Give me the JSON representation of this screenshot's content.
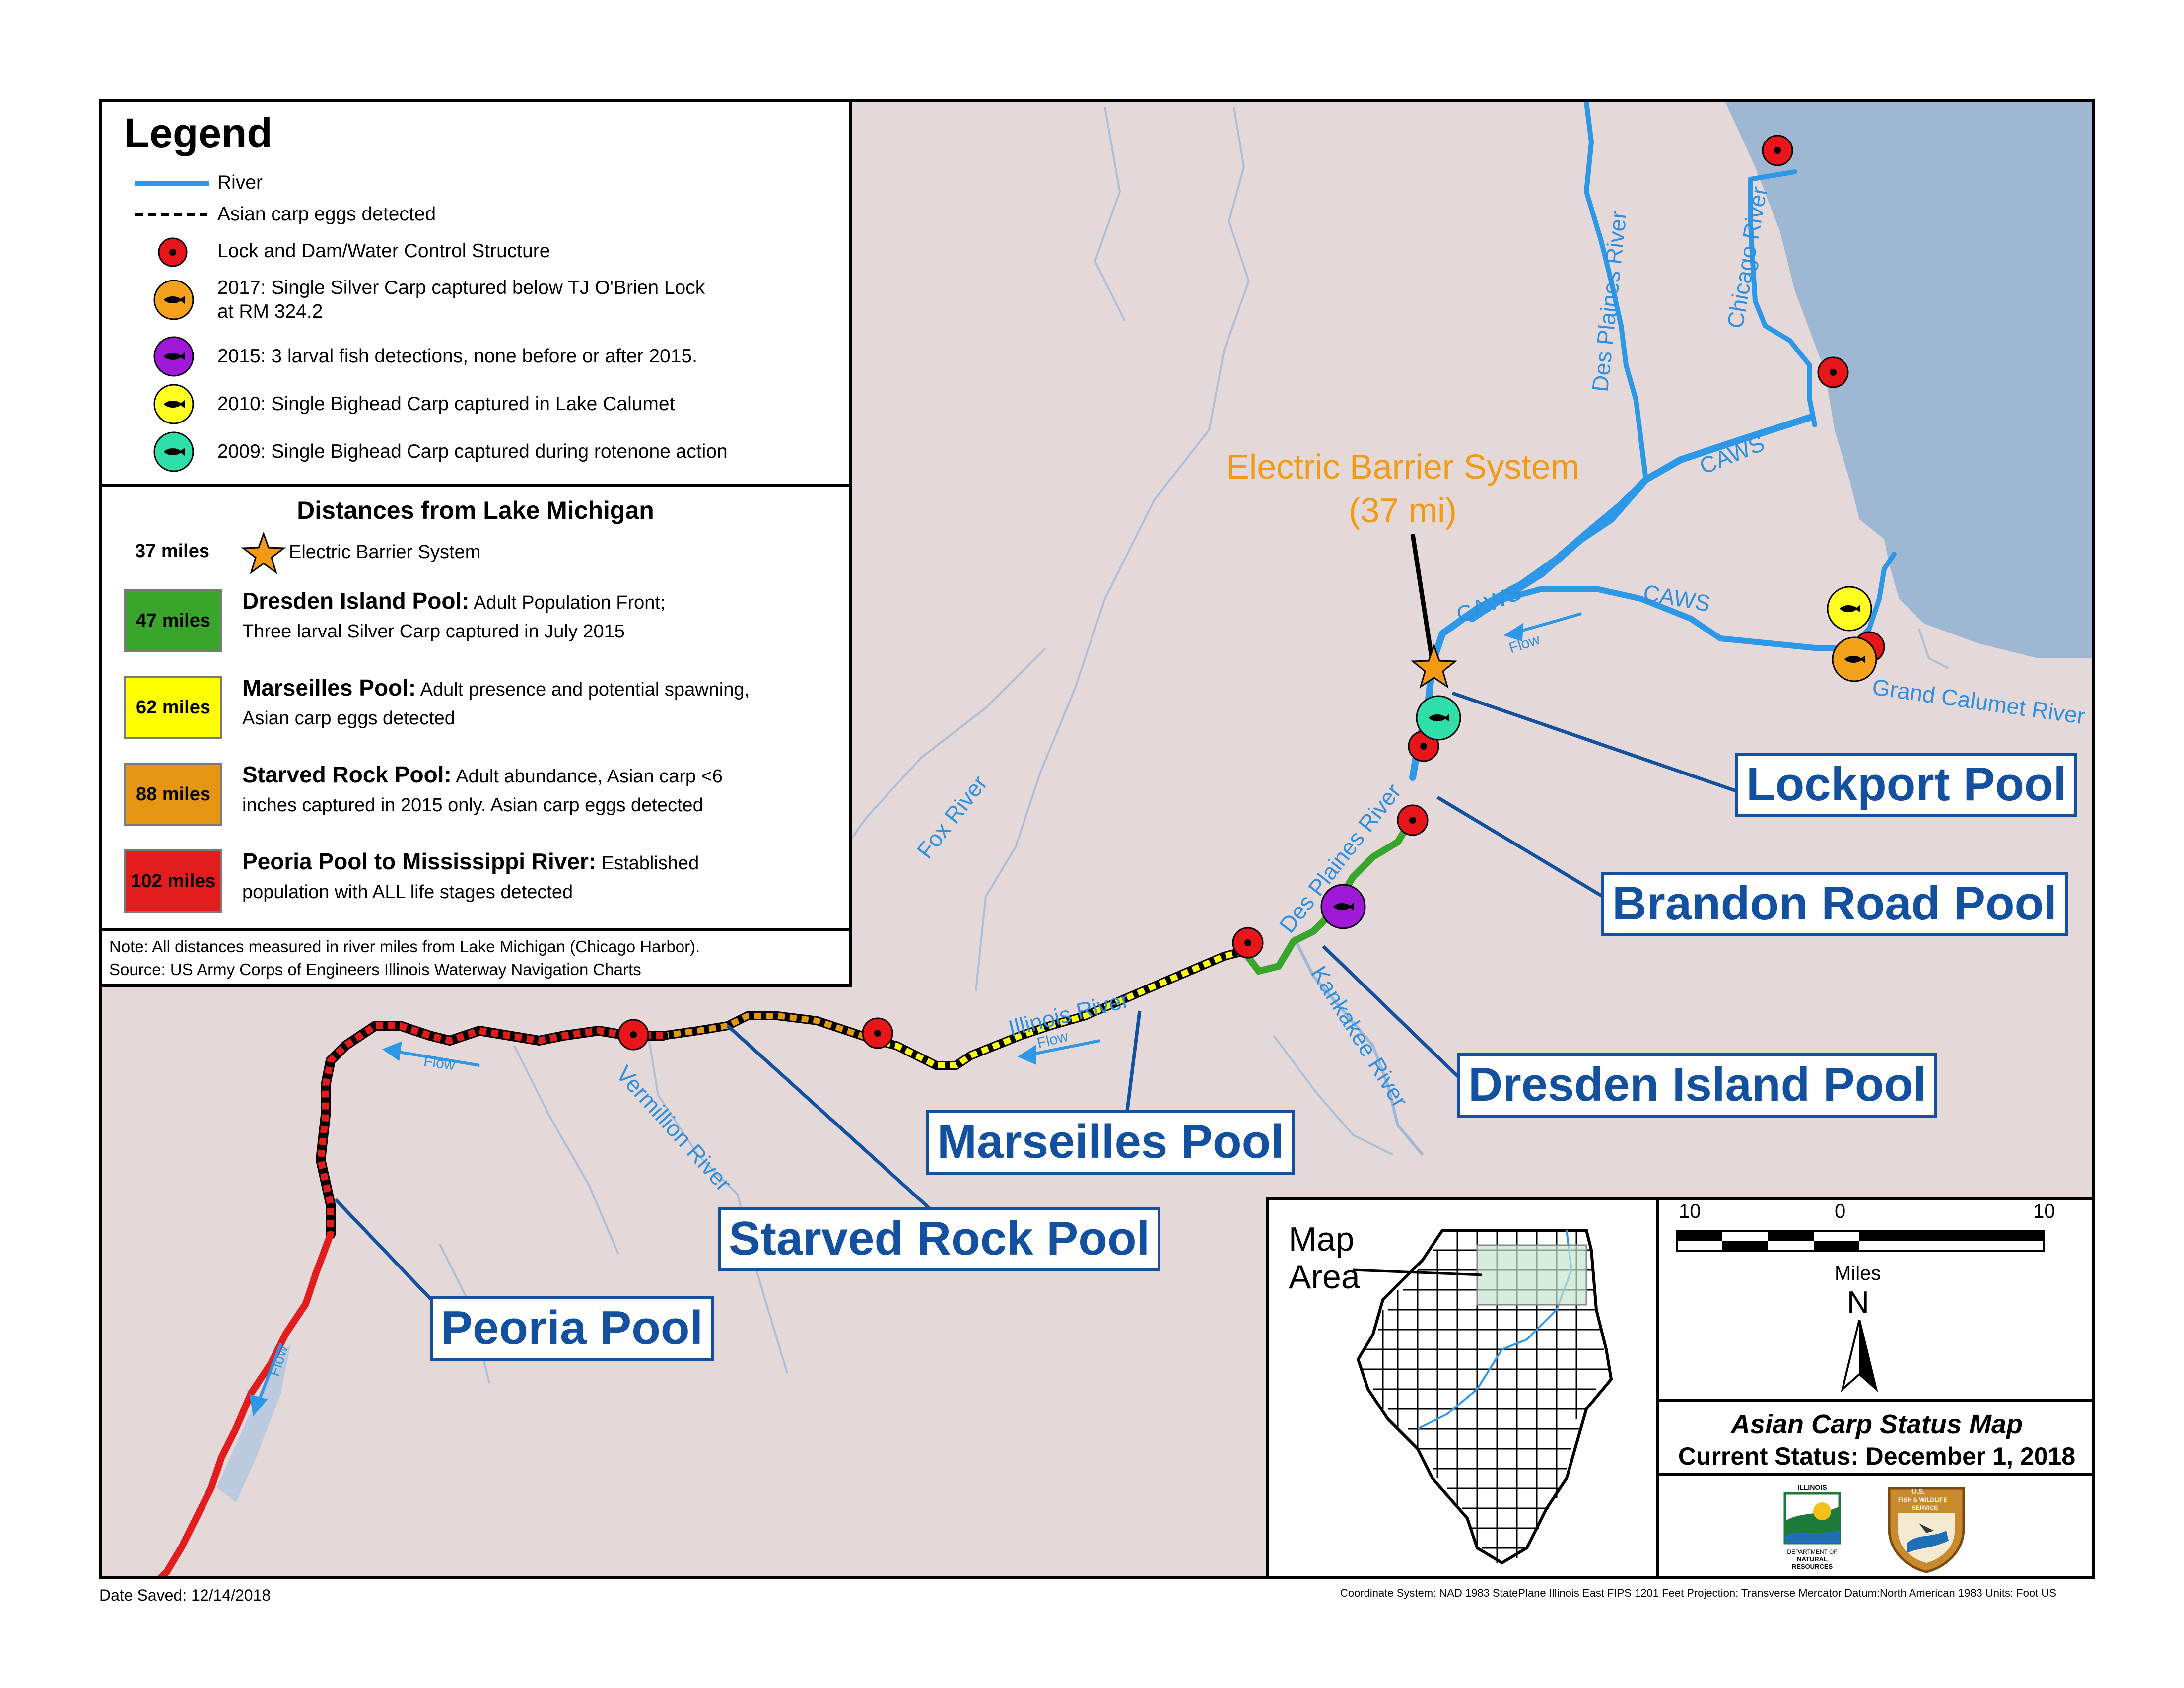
{
  "legend": {
    "title": "Legend",
    "items": [
      {
        "symbol": "river-line",
        "label": "River"
      },
      {
        "symbol": "dashed-line",
        "label": "Asian carp eggs detected"
      },
      {
        "symbol": "red-dot",
        "label": "Lock and Dam/Water Control Structure"
      },
      {
        "symbol": "orange-fish",
        "label": "2017: Single Silver Carp captured below TJ O'Brien Lock",
        "label2": "at RM 324.2"
      },
      {
        "symbol": "purple-fish",
        "label": "2015: 3 larval fish detections, none before or after 2015."
      },
      {
        "symbol": "yellow-fish",
        "label": "2010: Single Bighead Carp captured in Lake Calumet"
      },
      {
        "symbol": "teal-fish",
        "label": "2009: Single Bighead Carp captured during rotenone action"
      }
    ]
  },
  "distances": {
    "heading": "Distances from Lake Michigan",
    "ebs_miles": "37 miles",
    "ebs_label": "Electric Barrier System",
    "pools": [
      {
        "miles": "47 miles",
        "color": "#3aa52d",
        "name": "Dresden Island Pool:",
        "desc1": " Adult Population Front;",
        "desc2": "Three larval Silver Carp captured in July 2015"
      },
      {
        "miles": "62 miles",
        "color": "#ffff00",
        "name": "Marseilles Pool:",
        "desc1": " Adult presence and potential spawning,",
        "desc2": "Asian carp eggs detected"
      },
      {
        "miles": "88 miles",
        "color": "#e59613",
        "name": "Starved Rock Pool:",
        "desc1": " Adult abundance, Asian carp <6",
        "desc2": "inches captured in 2015 only. Asian carp eggs detected"
      },
      {
        "miles": "102 miles",
        "color": "#e31d1d",
        "name": "Peoria Pool to Mississippi River:",
        "desc1": " Established",
        "desc2": "population with ALL life stages detected"
      }
    ]
  },
  "note": {
    "line1": "Note:  All distances measured in river miles from Lake Michigan (Chicago Harbor).",
    "line2": "Source: US Army Corps of Engineers Illinois Waterway Navigation Charts"
  },
  "pool_labels": {
    "lockport": "Lockport Pool",
    "brandon": "Brandon Road Pool",
    "dresden": "Dresden Island Pool",
    "marseilles": "Marseilles Pool",
    "starved": "Starved Rock Pool",
    "peoria": "Peoria Pool"
  },
  "barrier": {
    "title": "Electric Barrier System",
    "subtitle": "(37 mi)"
  },
  "rivers": {
    "des_plaines_north": "Des Plaines River",
    "chicago": "Chicago River",
    "caws1": "CAWS",
    "caws2": "CAWS",
    "caws3": "CAWS",
    "grand_calumet": "Grand Calumet River",
    "fox": "Fox River",
    "des_plaines_south": "Des Plaines River",
    "kankakee": "Kankakee River",
    "illinois": "Illinois River",
    "vermillion": "Vermillion River",
    "flow": "Flow"
  },
  "inset": {
    "map_area_label1": "Map",
    "map_area_label2": "Area",
    "scale_left": "10",
    "scale_mid": "0",
    "scale_right": "10",
    "scale_units": "Miles",
    "north": "N",
    "status_title": "Asian Carp Status Map",
    "status_date": "Current Status: December 1, 2018",
    "logo_idnr": [
      "ILLINOIS",
      "DEPARTMENT OF",
      "NATURAL",
      "RESOURCES"
    ],
    "logo_usfws": [
      "U.S.",
      "FISH & WILDLIFE",
      "SERVICE"
    ]
  },
  "footer": {
    "date_saved": "Date Saved: 12/14/2018",
    "coord": "Coordinate System: NAD 1983 StatePlane Illinois East FIPS 1201 Feet    Projection: Transverse Mercator    Datum:North American 1983    Units: Foot US"
  },
  "colors": {
    "river": "#2d98e8",
    "lake": "#9eb8d4",
    "land": "#e4d9d8",
    "pool_label": "#1450a0",
    "barrier": "#f29a14",
    "lock_dot": "#e8151b",
    "dresden_green": "#3aa52d",
    "marseilles_yellow": "#ffff00",
    "starved_orange": "#e59613",
    "peoria_red": "#e31d1d"
  }
}
